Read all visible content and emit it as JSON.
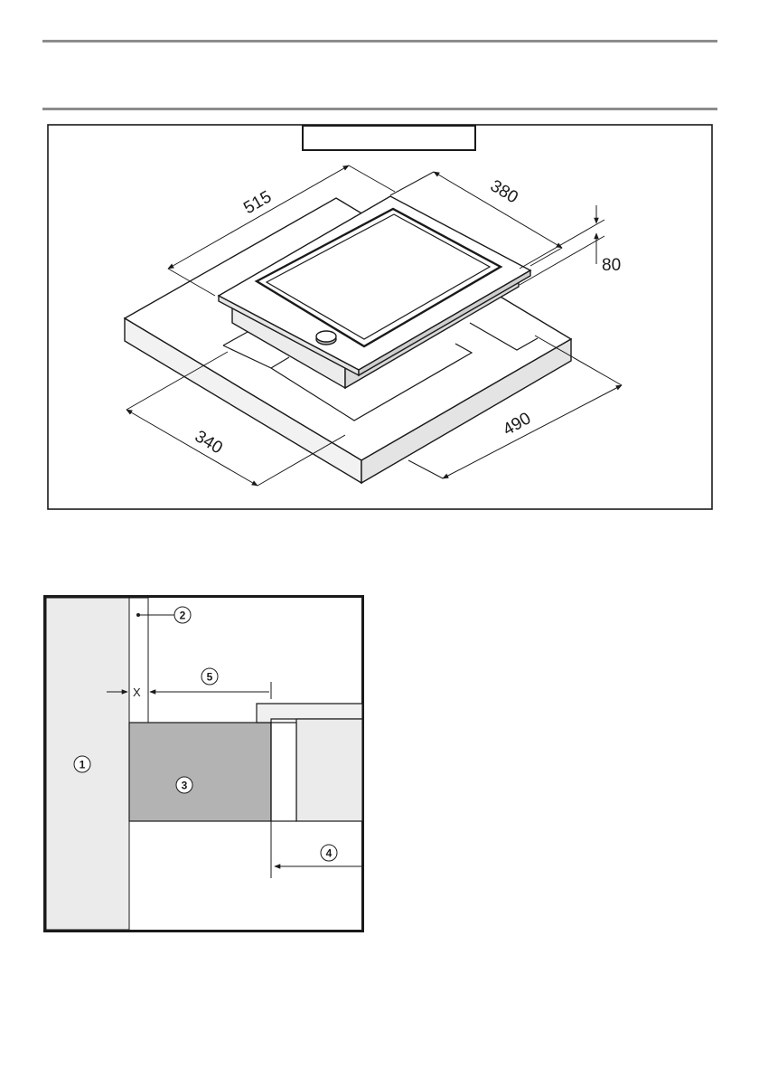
{
  "top_figure": {
    "title_box_text": "",
    "dimensions": {
      "width_top": "515",
      "depth_top": "380",
      "height": "80",
      "cutout_width": "340",
      "cutout_depth": "490"
    }
  },
  "bottom_figure": {
    "callouts": {
      "wall": "1",
      "wall_edge": "2",
      "cabinet": "3",
      "offset": "4",
      "clearance": "5"
    },
    "x_label": "X"
  }
}
